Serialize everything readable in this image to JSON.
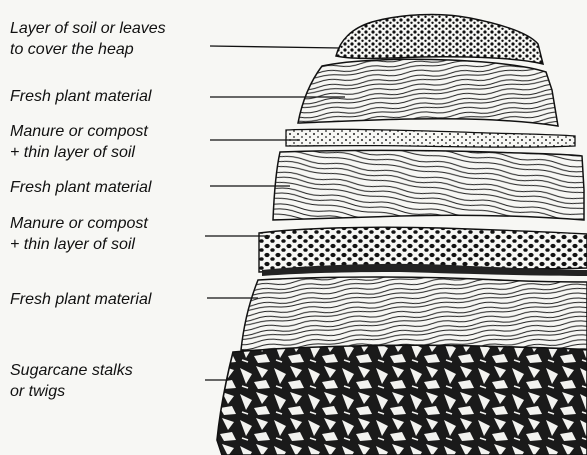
{
  "labels": [
    {
      "id": "soil-cover",
      "text": "Layer of soil or leaves\nto cover the heap"
    },
    {
      "id": "fresh-1",
      "text": "Fresh plant material"
    },
    {
      "id": "manure-1",
      "text": "Manure or compost\n+ thin layer of soil"
    },
    {
      "id": "fresh-2",
      "text": "Fresh plant material"
    },
    {
      "id": "manure-2",
      "text": "Manure or compost\n+ thin layer of soil"
    },
    {
      "id": "fresh-3",
      "text": "Fresh plant material"
    },
    {
      "id": "sugarcane",
      "text": "Sugarcane stalks\nor twigs"
    }
  ],
  "colors": {
    "ink": "#111111",
    "paper": "#f7f7f4"
  }
}
